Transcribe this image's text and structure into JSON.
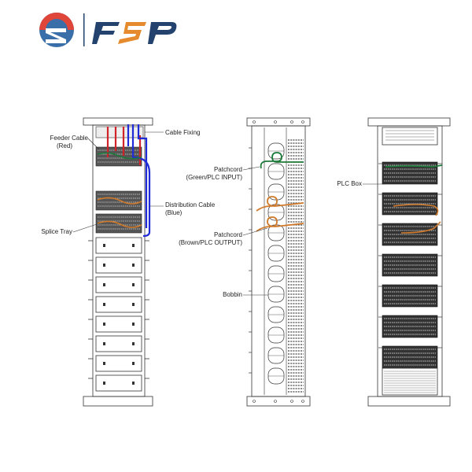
{
  "brand": {
    "logo_text": "FSP",
    "colors": {
      "red": "#e0453a",
      "blue": "#3a6ea8",
      "navy": "#23436e",
      "orange": "#e68a2e"
    }
  },
  "labels": {
    "feeder_cable": "Feeder Cable",
    "feeder_cable_color": "(Red)",
    "cable_fixing": "Cable  Fixing",
    "distribution_cable": "Distribution Cable",
    "distribution_cable_color": "(Blue)",
    "splice_tray": "Splice Tray",
    "patchcord_green": "Patchcord",
    "patchcord_green_desc": "(Green/PLC INPUT)",
    "patchcord_brown": "Patchcord",
    "patchcord_brown_desc": "(Brown/PLC OUTPUT)",
    "bobbin": "Bobbin",
    "plc_box": "PLC Box"
  },
  "cable_colors": {
    "feeder": "#d0232a",
    "distribution": "#1f2bd6",
    "green": "#1e7a3a",
    "brown": "#d07a2c"
  }
}
